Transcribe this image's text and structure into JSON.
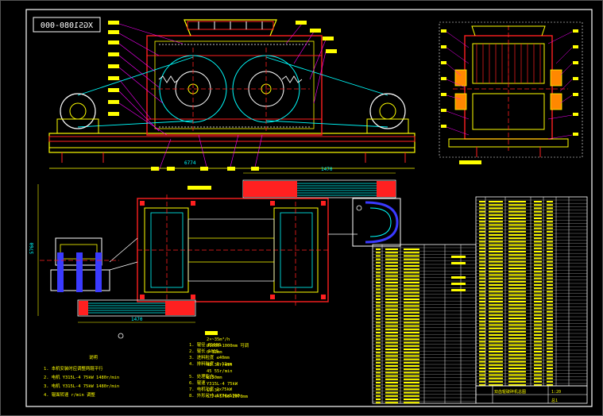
{
  "drawing": {
    "code": "XGS1080-000",
    "mirrored": true
  },
  "dimensions": {
    "top_width": "6774",
    "plan_height": "5760",
    "belt_top": "1470",
    "belt_bottom": "1470"
  },
  "tech_notes": {
    "items": [
      "1. 辊径 Ø1080",
      "2. 辊长 1000",
      "3. 进料粒度 ≤40mm",
      "4. 排料粒度 2~12mm",
      "5. 处理能力",
      "6. 辊速",
      "7. 电机功率 2x75kW",
      "8. 外形尺寸 6774x5760"
    ],
    "values": [
      "2×~35m³/h",
      "Ø1080×1000mm 可调",
      "0~12mm",
      "40 35r/min",
      "45 55r/min",
      "≤150mm",
      "Y315L-4 75kW",
      "11.3t",
      "6774×5760×2070mm"
    ]
  },
  "notes": {
    "title": "说明",
    "lines": [
      "1. 本机安装时应调整两辊平行",
      "2. 电机 Y315L-4 75kW 1480r/min",
      "3. 电机 Y315L-4 75kW 1480r/min",
      "4. 辊面转速 r/min 调整"
    ]
  },
  "title_block": {
    "name": "双齿辊破碎机总图",
    "scale": "1:20",
    "sheet": "总1"
  },
  "colors": {
    "yellow": "#ffff00",
    "red": "#ff2020",
    "cyan": "#00ffff",
    "blue": "#3a3aff",
    "white": "#ffffff",
    "magenta": "#ff00ff",
    "green": "#00ff40"
  }
}
